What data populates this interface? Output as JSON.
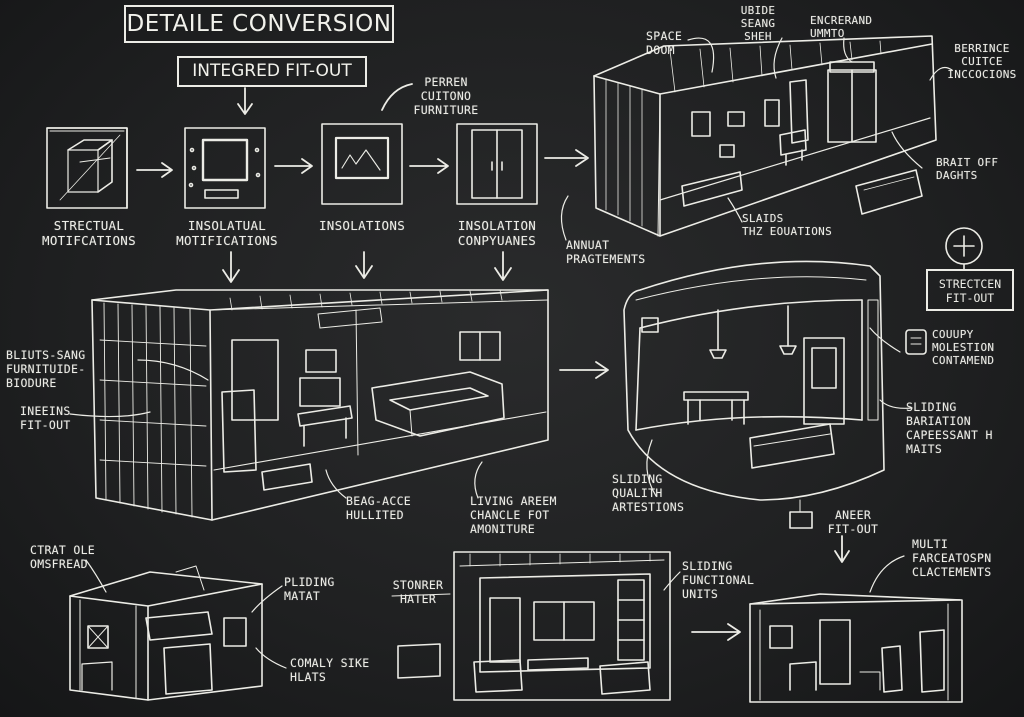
{
  "title": "DETAILE CONVERSION",
  "subtitle": "INTEGRED FIT-OUT",
  "chalk_color": "#ecece6",
  "board_color": "#1f2021",
  "steps": [
    {
      "label": "STRECTUAL\nMOTIFCATIONS"
    },
    {
      "label": "INSOLATUAL\nMOTIFICATIONS"
    },
    {
      "label": "INSOLATIONS"
    },
    {
      "label": "INSOLATION\nCONPYUANES"
    }
  ],
  "labels": {
    "furniture_callout": "PERREN\nCUITONO\nFURNITURE",
    "space_door": "SPACE\nDOOM",
    "uside_seang": "UBIDE\nSEANG\nSHEH",
    "encrerand": "ENCRERAND\nUMMTO",
    "berrince": "BERRINCE\nCUITCE\nINCCOCIONS",
    "brait_off": "BRAIT OFF\nDAGHTS",
    "slaids": "SLAIDS\nTHZ EOUATIONS",
    "annual": "ANNUAT\nPRAGTEMENTS",
    "streetcen": "STRECTCEN\nFIT-OUT",
    "coupy": "COUUPY\nMOLESTION\nCONTAMEND",
    "blits": "BLIUTS-SANG\nFURNITUIDE-\nBIODURE",
    "ineeins": "INEEINS\nFIT-OUT",
    "beag": "BEAG-ACCE\nHULLITED",
    "living": "LIVING AREEM\nCHANCLE FOT\nAMONITURE",
    "sliding_bariation": "SLIDING\nBARIATION\nCAPEESSANT H\nMAITS",
    "sliding_qualit": "SLIDING\nQUALITH\nARTESTIONS",
    "aneer": "ANEER\nFIT-OUT",
    "ctrat": "CTRAT OLE\nOMSFREAD",
    "pliding": "PLIDING\nMATAT",
    "comaly": "COMALY SIKE\nHLATS",
    "stonrer": "STONRER\nHATER",
    "sliding_functional": "SLIDING\nFUNCTIONAL\nUNITS",
    "multi": "MULTI\nFARCEATOSPN\nCLACTEMENTS"
  }
}
